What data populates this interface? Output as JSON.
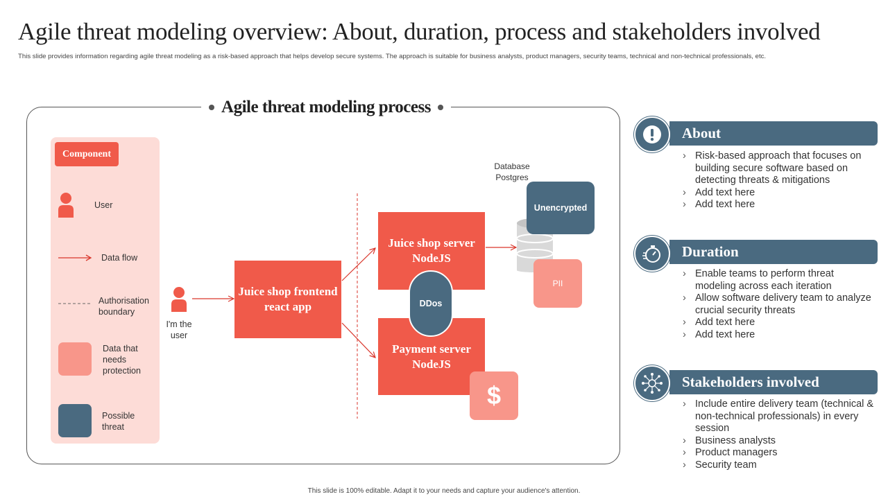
{
  "title": "Agile threat modeling overview: About, duration, process and stakeholders involved",
  "subtitle": "This slide provides information regarding agile threat modeling  as a risk-based approach that helps develop secure systems. The approach is suitable for business analysts, product managers, security teams, technical and non-technical professionals, etc.",
  "footer": "This slide is 100% editable. Adapt it to your needs and capture your audience's attention.",
  "process": {
    "title": "Agile threat modeling process",
    "legend": {
      "header": "Component",
      "user": "User",
      "data_flow": "Data flow",
      "auth_boundary": "Authorisation boundary",
      "data_protection": "Data that needs protection",
      "possible_threat": "Possible threat"
    },
    "diagram": {
      "user_label": "I'm the user",
      "frontend": "Juice shop frontend react app",
      "server": "Juice shop server NodeJS",
      "payment": "Payment server NodeJS",
      "ddos": "DDos",
      "database_label": "Database Postgres",
      "unencrypted": "Unencrypted",
      "pii": "PII",
      "dollar": "$"
    }
  },
  "sections": {
    "about": {
      "title": "About",
      "icon": "exclamation-icon",
      "items": [
        "Risk-based approach that focuses on building secure software based on detecting threats & mitigations",
        "Add text here",
        "Add text here"
      ]
    },
    "duration": {
      "title": "Duration",
      "icon": "stopwatch-icon",
      "items": [
        "Enable teams to perform threat modeling across each iteration",
        "Allow software delivery team to analyze crucial security threats",
        "Add text here",
        "Add text here"
      ]
    },
    "stakeholders": {
      "title": "Stakeholders involved",
      "icon": "network-icon",
      "items": [
        "Include entire delivery team (technical & non-technical professionals) in every session",
        "Business analysts",
        "Product managers",
        "Security team"
      ]
    }
  },
  "colors": {
    "accent_red": "#f05a4a",
    "slate": "#4a6a80",
    "light_pink": "#fddcd7",
    "salmon": "#f8968a"
  }
}
